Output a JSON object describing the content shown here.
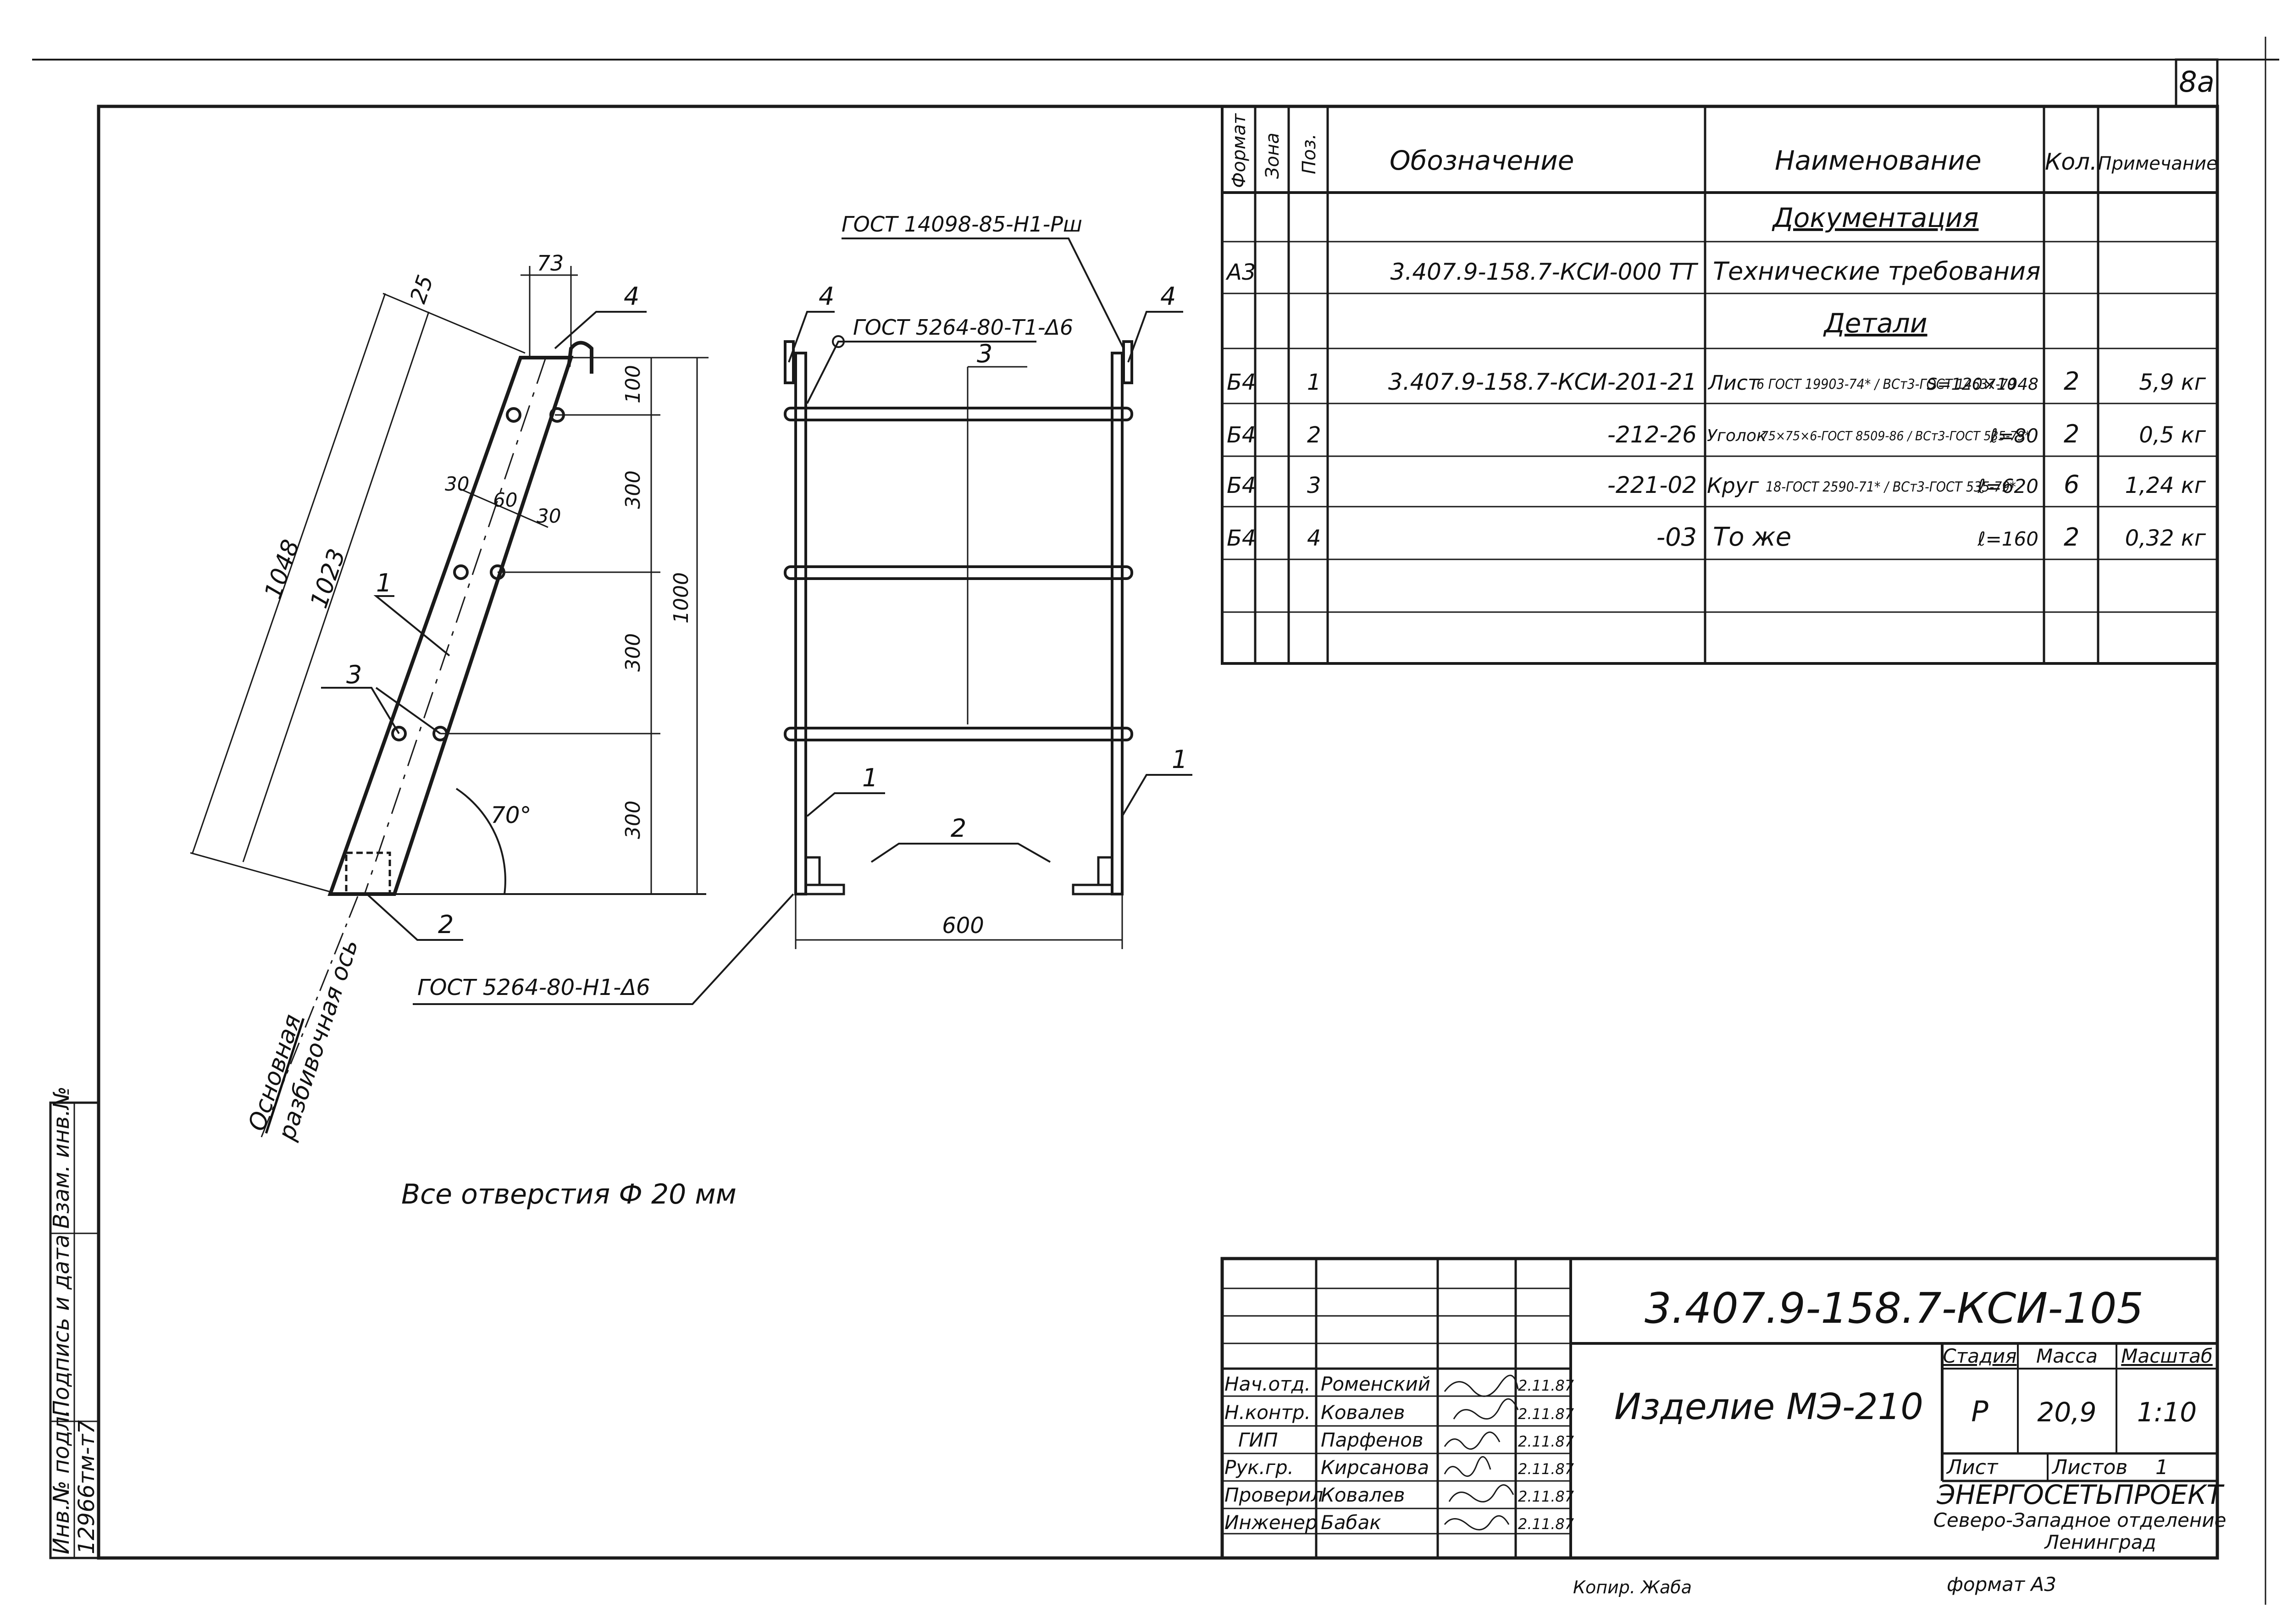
{
  "sheet": {
    "page_number": "8a",
    "copied_by": "Копир. Жаба",
    "format": "формат А3"
  },
  "side_stamp": {
    "inv_podl": "Инв.№ подл.",
    "inv_value": "12966тм-т7",
    "podpis": "Подпись и дата",
    "vzam": "Взам. инв.№"
  },
  "drawing": {
    "note": "Все отверстия Ф 20 мм",
    "axis_label": [
      "Основная",
      "разбивочная ось"
    ],
    "leaders": {
      "gost_top": "ГОСТ 14098-85-Н1-Рш",
      "gost_t1": "ГОСТ 5264-80-Т1-Δ6",
      "gost_h1": "ГОСТ 5264-80-Н1-Δ6"
    },
    "side_view": {
      "dims": [
        "25",
        "73",
        "1048",
        "1023",
        "30",
        "60",
        "30",
        "100",
        "300",
        "300",
        "300",
        "1000"
      ],
      "angle": "70°",
      "positions": [
        "1",
        "2",
        "3",
        "4"
      ]
    },
    "front_view": {
      "dims": [
        "600"
      ],
      "positions": [
        "1",
        "1",
        "2",
        "3",
        "4",
        "4"
      ]
    }
  },
  "spec_table": {
    "headers": [
      "Формат",
      "Зона",
      "Поз.",
      "Обозначение",
      "Наименование",
      "Кол.",
      "Примечание"
    ],
    "section_docs": "Документация",
    "section_parts": "Детали",
    "rows": [
      {
        "format": "А3",
        "zone": "",
        "pos": "",
        "designation": "3.407.9-158.7-КСИ-000 ТТ",
        "name": "Технические требования",
        "name_sub": "",
        "name_extra": "",
        "qty": "",
        "note": ""
      },
      {
        "format": "Б4",
        "zone": "",
        "pos": "1",
        "designation": "3.407.9-158.7-КСИ-201-21",
        "name": "Лист",
        "name_sub": "6 ГОСТ 19903-74* / ВСт3-ГОСТ 14637-79",
        "name_extra": "S=120×1048",
        "qty": "2",
        "note": "5,9 кг"
      },
      {
        "format": "Б4",
        "zone": "",
        "pos": "2",
        "designation": "-212-26",
        "name": "Уголок",
        "name_sub": "75×75×6-ГОСТ 8509-86 / ВСт3-ГОСТ 535-79*",
        "name_extra": "ℓ=80",
        "qty": "2",
        "note": "0,5 кг"
      },
      {
        "format": "Б4",
        "zone": "",
        "pos": "3",
        "designation": "-221-02",
        "name": "Круг",
        "name_sub": "18-ГОСТ 2590-71* / ВСт3-ГОСТ 535-79*",
        "name_extra": "ℓ=620",
        "qty": "6",
        "note": "1,24 кг"
      },
      {
        "format": "Б4",
        "zone": "",
        "pos": "4",
        "designation": "-03",
        "name": "То же",
        "name_sub": "",
        "name_extra": "ℓ=160",
        "qty": "2",
        "note": "0,32 кг"
      }
    ]
  },
  "title_block": {
    "code": "3.407.9-158.7-КСИ-105",
    "product": "Изделие МЭ-210",
    "stage_label": "Стадия",
    "mass_label": "Масса",
    "scale_label": "Масштаб",
    "stage": "Р",
    "mass": "20,9",
    "scale": "1:10",
    "sheet_label": "Лист",
    "sheets_label": "Листов",
    "sheets_value": "1",
    "org_name": "ЭНЕРГОСЕТЬПРОЕКТ",
    "org_branch": "Северо-Западное отделение",
    "org_city": "Ленинград",
    "signers": [
      {
        "role": "Нач.отд.",
        "name": "Роменский",
        "date": "2.11.87"
      },
      {
        "role": "Н.контр.",
        "name": "Ковалев",
        "date": "2.11.87"
      },
      {
        "role": "ГИП",
        "name": "Парфенов",
        "date": "2.11.87"
      },
      {
        "role": "Рук.гр.",
        "name": "Кирсанова",
        "date": "2.11.87"
      },
      {
        "role": "Проверил",
        "name": "Ковалев",
        "date": "2.11.87"
      },
      {
        "role": "Инженер",
        "name": "Бабак",
        "date": "2.11.87"
      }
    ]
  }
}
